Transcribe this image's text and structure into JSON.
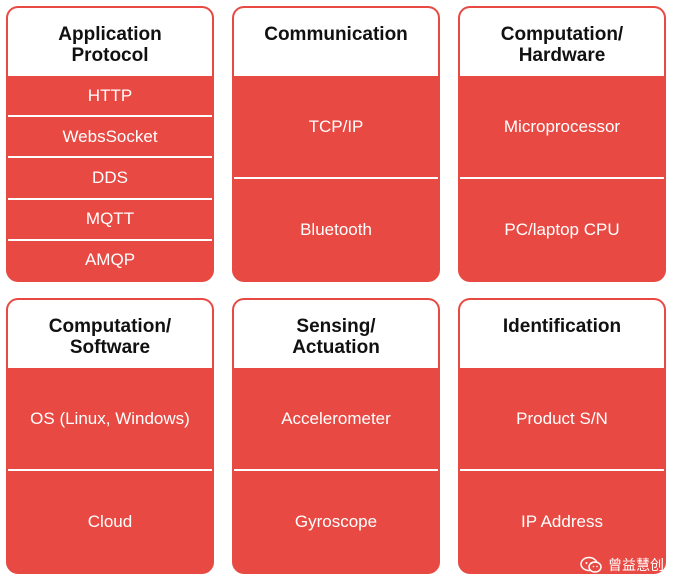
{
  "accent_color": "#e84a43",
  "cards": [
    {
      "title": "Application\nProtocol",
      "items": [
        "HTTP",
        "WebsSocket",
        "DDS",
        "MQTT",
        "AMQP"
      ]
    },
    {
      "title": "Communication",
      "items": [
        "TCP/IP",
        "Bluetooth"
      ]
    },
    {
      "title": "Computation/\nHardware",
      "items": [
        "Microprocessor",
        "PC/laptop CPU"
      ]
    },
    {
      "title": "Computation/\nSoftware",
      "items": [
        "OS (Linux, Windows)",
        "Cloud"
      ]
    },
    {
      "title": "Sensing/\nActuation",
      "items": [
        "Accelerometer",
        "Gyroscope"
      ]
    },
    {
      "title": "Identification",
      "items": [
        "Product S/N",
        "IP Address"
      ]
    }
  ],
  "watermark": {
    "text": "曾益慧创",
    "icon": "wechat-icon"
  }
}
